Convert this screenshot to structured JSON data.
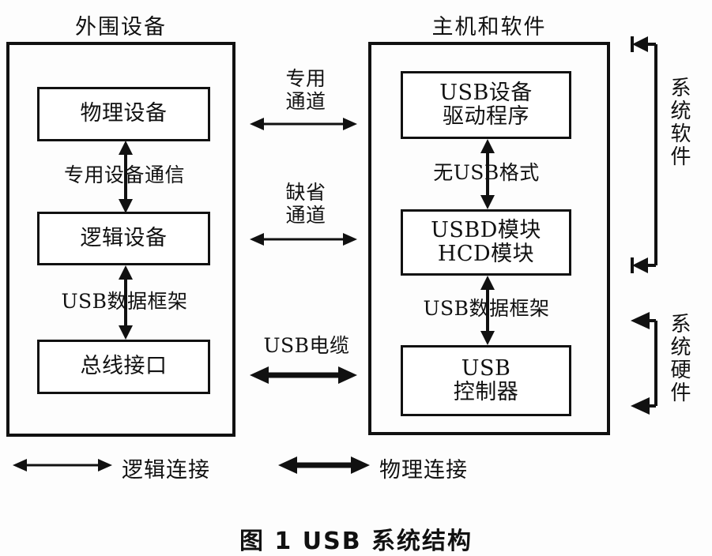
{
  "figure": {
    "caption": "图 1   USB 系统结构"
  },
  "panels": {
    "left": {
      "title": "外围设备",
      "boxes": [
        {
          "id": "physical-device",
          "lines": [
            "物理设备"
          ]
        },
        {
          "id": "logical-device",
          "lines": [
            "逻辑设备"
          ]
        },
        {
          "id": "bus-interface",
          "lines": [
            "总线接口"
          ]
        }
      ],
      "connectors": [
        {
          "id": "special-device-comm",
          "label": "专用设备通信"
        },
        {
          "id": "usb-data-frame-left",
          "label": "USB数据框架"
        }
      ]
    },
    "right": {
      "title": "主机和软件",
      "boxes": [
        {
          "id": "usb-device-driver",
          "lines": [
            "USB设备",
            "驱动程序"
          ]
        },
        {
          "id": "usbd-hcd-module",
          "lines": [
            "USBD模块",
            "HCD模块"
          ]
        },
        {
          "id": "usb-controller",
          "lines": [
            "USB",
            "控制器"
          ]
        }
      ],
      "connectors": [
        {
          "id": "no-usb-format",
          "label": "无USB格式"
        },
        {
          "id": "usb-data-frame-right",
          "label": "USB数据框架"
        }
      ]
    }
  },
  "middle_channels": [
    {
      "id": "special-channel",
      "lines": [
        "专用",
        "通道"
      ],
      "kind": "logical"
    },
    {
      "id": "default-channel",
      "lines": [
        "缺省",
        "通道"
      ],
      "kind": "logical"
    },
    {
      "id": "usb-cable",
      "lines": [
        "USB电缆"
      ],
      "kind": "physical"
    }
  ],
  "brackets": [
    {
      "id": "system-software",
      "label": "系统软件"
    },
    {
      "id": "system-hardware",
      "label": "系统硬件"
    }
  ],
  "legend": [
    {
      "id": "logical-connection",
      "label": "逻辑连接",
      "kind": "logical"
    },
    {
      "id": "physical-connection",
      "label": "物理连接",
      "kind": "physical"
    }
  ],
  "colors": {
    "stroke": "#111111",
    "background": "#ffffff"
  }
}
